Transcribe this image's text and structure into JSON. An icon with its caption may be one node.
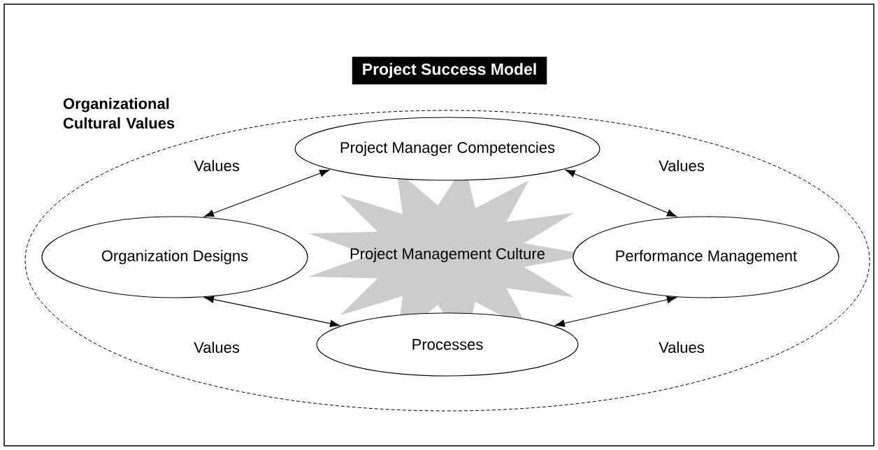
{
  "diagram": {
    "title": "Project Success Model",
    "nodes": [
      {
        "text": [
          "Organizational Cultural Values"
        ]
      },
      {
        "text": [
          "Project Manager Competencies"
        ],
        "in": 0
      },
      {
        "text": [
          "Organization Designs"
        ],
        "in": 0
      },
      {
        "text": [
          "Project Management Culture"
        ],
        "in": 0
      },
      {
        "text": [
          "Performance Management"
        ],
        "in": 0
      },
      {
        "text": [
          "Processes"
        ],
        "in": 0
      }
    ],
    "edges": [
      {
        "from": 1,
        "to": 2,
        "arrow": "both",
        "label": "Values"
      },
      {
        "from": 1,
        "to": 4,
        "arrow": "both",
        "label": "Values"
      },
      {
        "from": 2,
        "to": 5,
        "arrow": "both",
        "label": "Values"
      },
      {
        "from": 5,
        "to": 4,
        "arrow": "both",
        "label": "Values"
      }
    ]
  }
}
